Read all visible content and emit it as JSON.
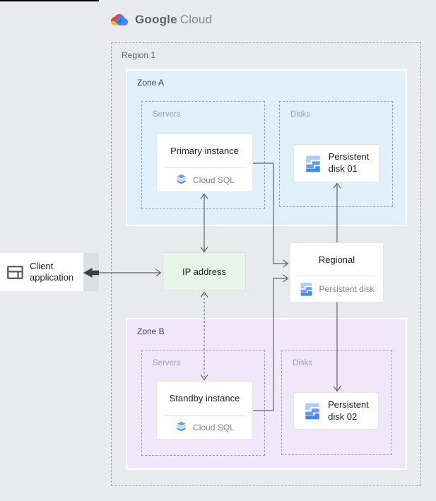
{
  "header": {
    "logo_google": "Google",
    "logo_cloud": "Cloud"
  },
  "region_label": "Region 1",
  "zone_a": {
    "label": "Zone A",
    "servers_label": "Servers",
    "disks_label": "Disks",
    "primary_instance": {
      "title": "Primary instance",
      "product": "Cloud SQL"
    },
    "disk": {
      "line1": "Persistent",
      "line2": "disk 01"
    }
  },
  "zone_b": {
    "label": "Zone B",
    "servers_label": "Servers",
    "disks_label": "Disks",
    "standby_instance": {
      "title": "Standby instance",
      "product": "Cloud SQL"
    },
    "disk": {
      "line1": "Persistent",
      "line2": "disk 02"
    }
  },
  "ip_address": {
    "label": "IP address"
  },
  "regional_disk": {
    "title": "Regional",
    "subtitle": "Persistent disk"
  },
  "client": {
    "line1": "Client",
    "line2": "application"
  },
  "colors": {
    "bg": "#e8eaed",
    "line": "#616161",
    "arrow-dark": "#3c4043",
    "dash-border": "#9aa0a6",
    "zone-a-fill": "#dff0fa",
    "zone-b-fill": "#f0e8f9",
    "ip-fill": "#e6f4ea",
    "ip-border": "#d3e5d8",
    "card-border": "#e2e4e7",
    "title-text": "#202124",
    "muted-text": "#80868b",
    "faint-text": "#9aa0a6",
    "zone-label-text": "#3c4043",
    "strip": "#dcdee1",
    "blue": "#4285f4",
    "blue-mid": "#669df6",
    "blue-light": "#aecbfa",
    "icon-gray": "#616161",
    "logo-red": "#ea4335",
    "logo-yellow": "#fbbc04",
    "logo-blue": "#4285f4",
    "logo-navy": "#1967d2"
  }
}
